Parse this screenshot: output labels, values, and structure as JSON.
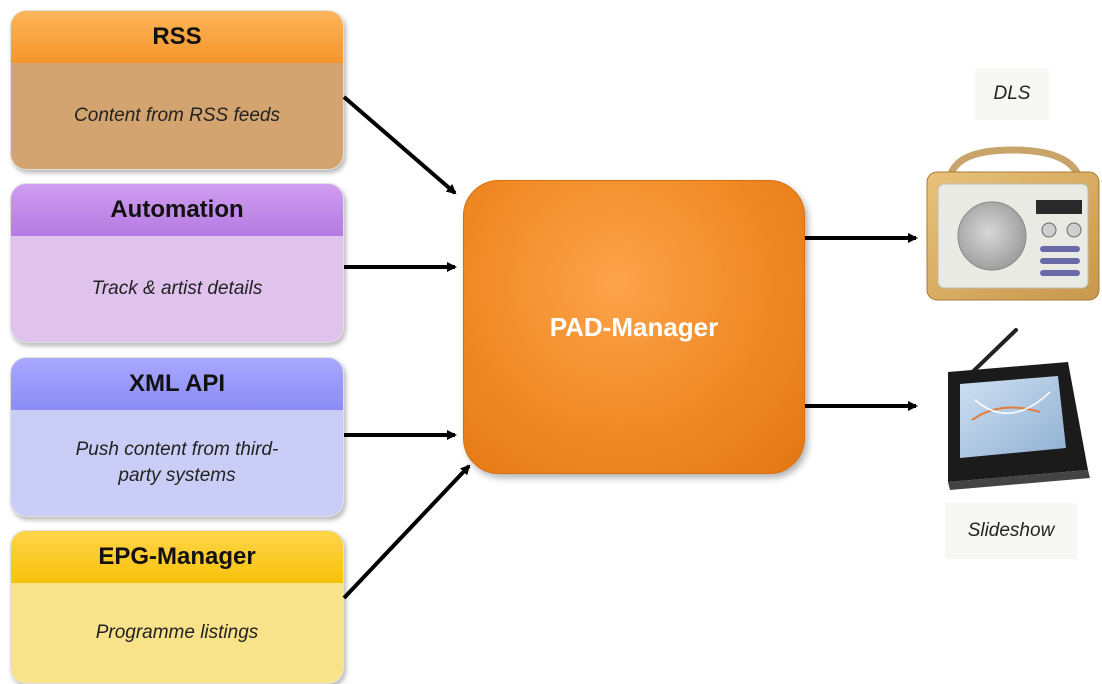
{
  "sources": [
    {
      "title": "RSS",
      "desc": "Content from RSS feeds"
    },
    {
      "title": "Automation",
      "desc": "Track & artist details"
    },
    {
      "title": "XML API",
      "desc": "Push content from third-party systems"
    },
    {
      "title": "EPG-Manager",
      "desc": "Programme listings"
    }
  ],
  "hub": {
    "title": "PAD-Manager"
  },
  "outputs": [
    {
      "label": "DLS",
      "device": "radio-icon"
    },
    {
      "label": "Slideshow",
      "device": "touchscreen-icon"
    }
  ]
}
